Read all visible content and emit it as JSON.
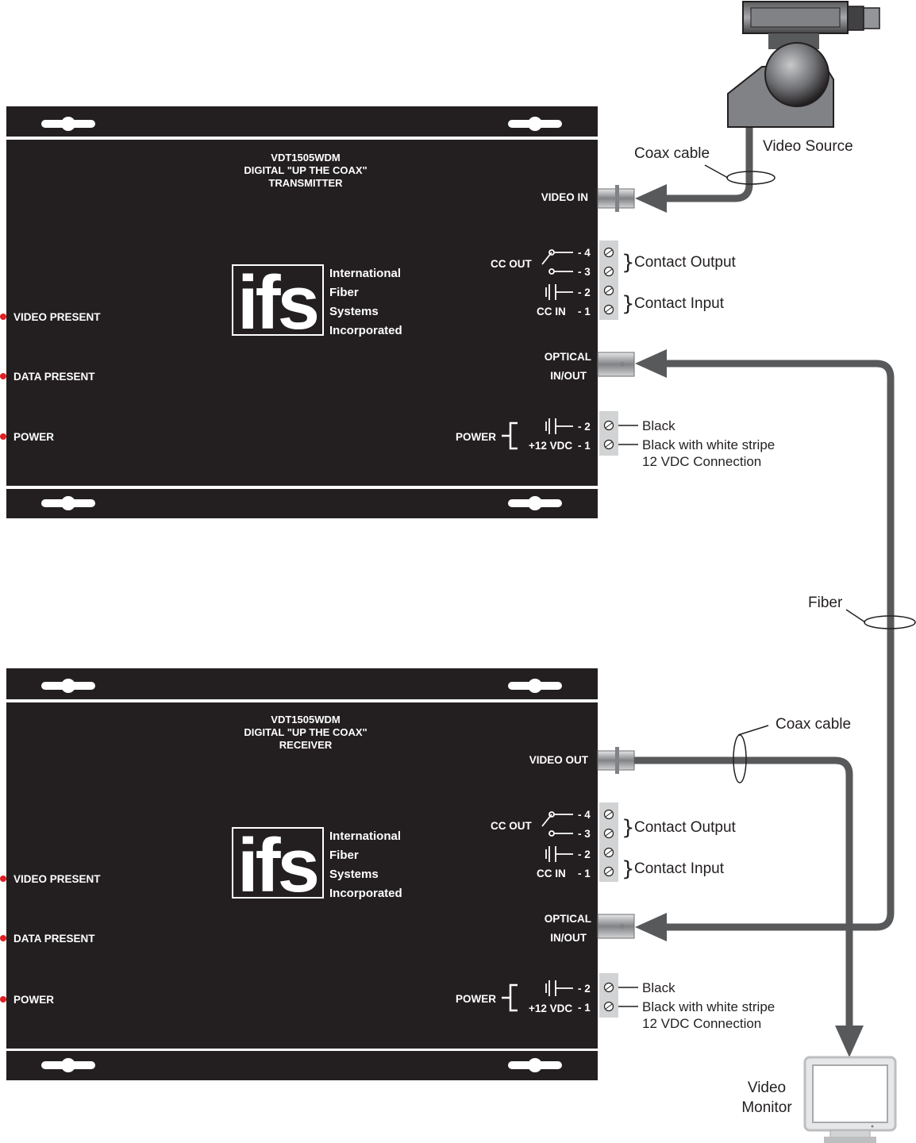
{
  "transmitter": {
    "model": "VDT1505WDM",
    "subtitle": "DIGITAL \"UP THE COAX\"",
    "kind": "TRANSMITTER",
    "video_port": "VIDEO IN",
    "contact_output": "Contact Output",
    "contact_input": "Contact Input",
    "power_wire_1": "Black",
    "power_wire_2": "Black with white stripe",
    "power_note": "12 VDC Connection"
  },
  "receiver": {
    "model": "VDT1505WDM",
    "subtitle": "DIGITAL \"UP THE COAX\"",
    "kind": "RECEIVER",
    "video_port": "VIDEO OUT",
    "contact_output": "Contact Output",
    "contact_input": "Contact Input",
    "power_wire_1": "Black",
    "power_wire_2": "Black with white stripe",
    "power_note": "12 VDC Connection"
  },
  "common": {
    "logo": "ifs",
    "brand_1": "International",
    "brand_2": "Fiber",
    "brand_3": "Systems",
    "brand_4": "Incorporated",
    "video_present": "VIDEO PRESENT",
    "data_present": "DATA PRESENT",
    "power": "POWER",
    "cc_out": "CC OUT",
    "cc_in": "CC IN",
    "optical_1": "OPTICAL",
    "optical_2": "IN/OUT",
    "power_label": "POWER",
    "vdc": "+12 VDC",
    "t4": "- 4",
    "t3": "- 3",
    "t2": "- 2",
    "t1": "- 1"
  },
  "labels": {
    "coax_top": "Coax cable",
    "video_source": "Video Source",
    "fiber": "Fiber",
    "coax_bottom": "Coax cable",
    "monitor_1": "Video",
    "monitor_2": "Monitor"
  },
  "colors": {
    "panel": "#231f20",
    "cable": "#58595b",
    "led": "#e31e24",
    "terminal_block": "#d1d3d4"
  }
}
